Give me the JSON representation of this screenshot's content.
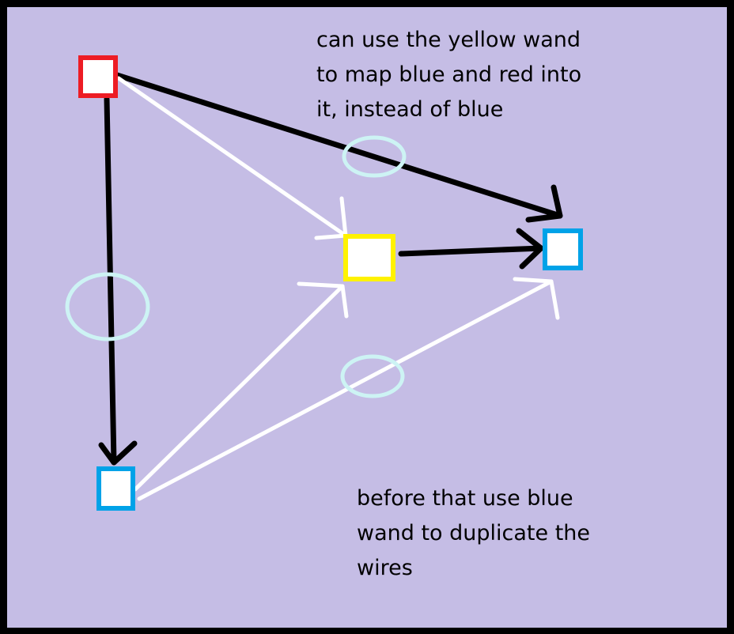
{
  "colors": {
    "frame": "#000000",
    "background": "#c5bde5",
    "black_wire": "#000000",
    "white_wire": "#ffffff",
    "crossing_marker": "#cdf3f4",
    "red_node": "#ed1c24",
    "yellow_node": "#fff200",
    "blue_node": "#00a2e8",
    "node_fill": "#ffffff"
  },
  "notes": {
    "top_lines": [
      "can use the yellow wand",
      "to map blue and red into",
      "it, instead of blue"
    ],
    "bottom_lines": [
      "before that use blue",
      "wand to duplicate the",
      "wires"
    ]
  }
}
